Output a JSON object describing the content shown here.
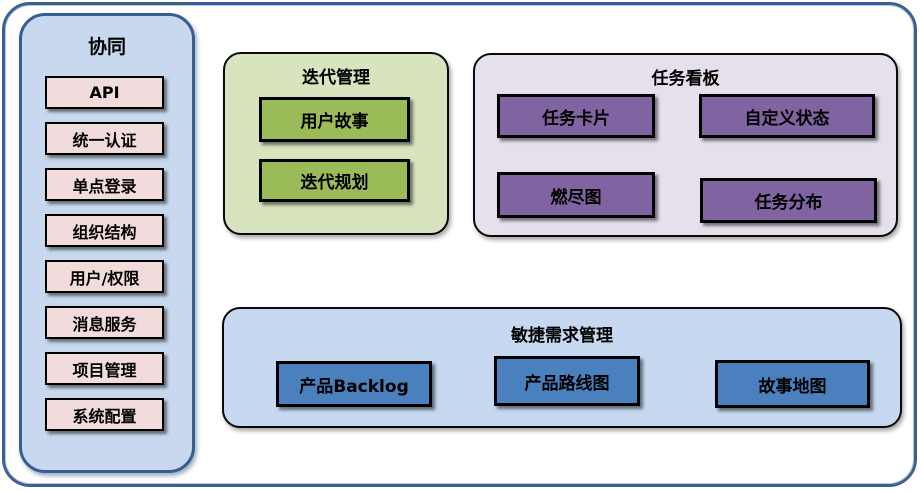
{
  "sidebar": {
    "title": "协同",
    "items": [
      "API",
      "统一认证",
      "单点登录",
      "组织结构",
      "用户/权限",
      "消息服务",
      "项目管理",
      "系统配置"
    ]
  },
  "iteration_panel": {
    "title": "迭代管理",
    "items": [
      "用户故事",
      "迭代规划"
    ]
  },
  "kanban_panel": {
    "title": "任务看板",
    "items": [
      "任务卡片",
      "自定义状态",
      "燃尽图",
      "任务分布"
    ]
  },
  "agile_panel": {
    "title": "敏捷需求管理",
    "items": [
      "产品Backlog",
      "产品路线图",
      "故事地图"
    ]
  },
  "colors": {
    "frame_border": "#3a618f",
    "sidebar_fill": "#c8d9ef",
    "sidebar_border": "#365f91",
    "sidebar_item_fill": "#f2dcdb",
    "iteration_panel_fill": "#d7e4bd",
    "iteration_item_fill": "#9bbb59",
    "kanban_panel_fill": "#e6e0ec",
    "kanban_item_fill": "#8064a2",
    "agile_panel_fill": "#c6d9f1",
    "agile_item_fill": "#4a80bd",
    "item_border": "#000000"
  }
}
